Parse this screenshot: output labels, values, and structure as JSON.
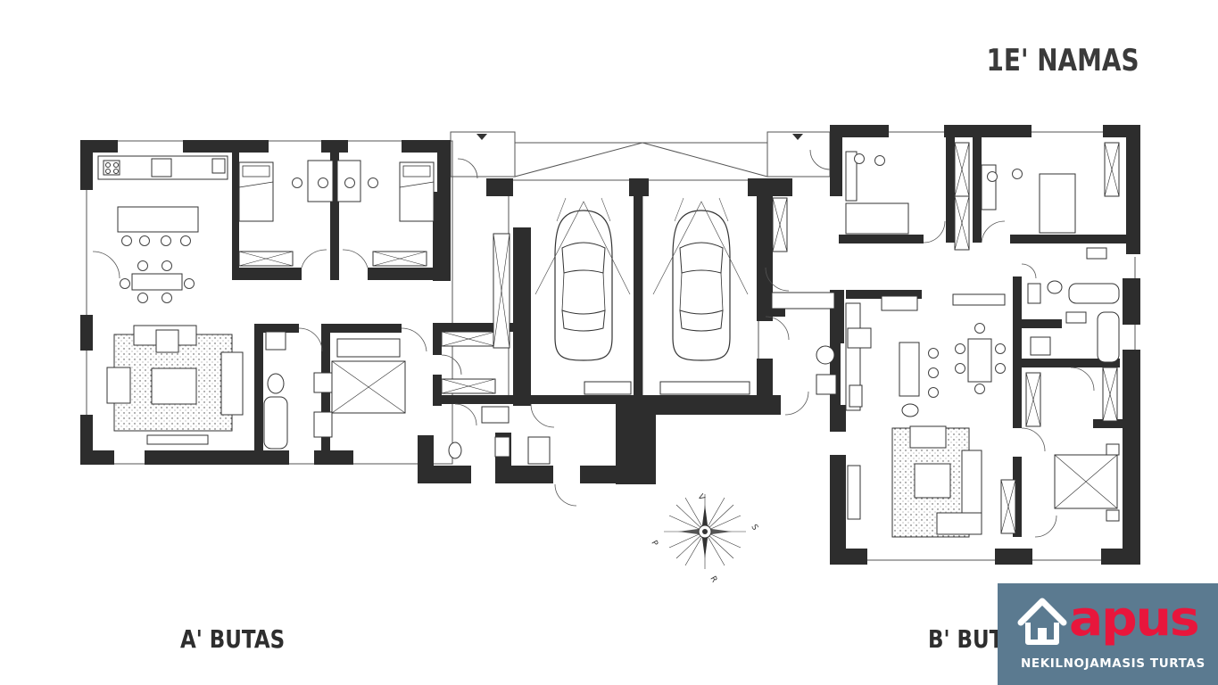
{
  "title": "1E' NAMAS",
  "apartments": [
    {
      "label": "A' BUTAS"
    },
    {
      "label": "B' BUTAS"
    }
  ],
  "compass": {
    "north": "S",
    "south": "P",
    "east": "R",
    "west": "V"
  },
  "logo": {
    "word": "apus",
    "subtitle": "NEKILNOJAMASIS TURTAS",
    "brand_color": "#e8163c",
    "panel_color": "#5b7a90",
    "icon": "house-icon"
  },
  "colors": {
    "wall": "#2d2d2d",
    "line": "#555555"
  }
}
